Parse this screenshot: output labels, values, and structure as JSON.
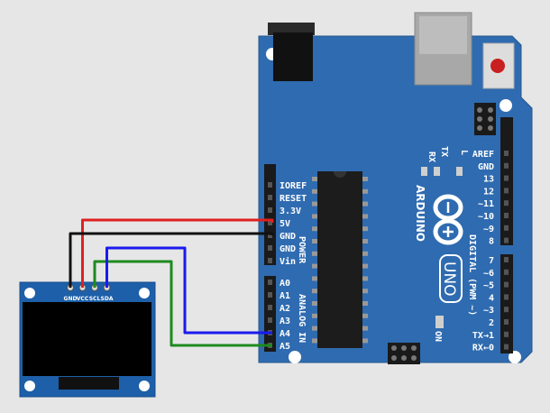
{
  "board": {
    "brand": "ARDUINO",
    "model": "UNO",
    "power_header_title": "POWER",
    "analog_header_title": "ANALOG IN",
    "digital_header_title": "DIGITAL (PWM ~)",
    "power_pins": [
      "IOREF",
      "RESET",
      "3.3V",
      "5V",
      "GND",
      "GND",
      "Vin"
    ],
    "analog_pins": [
      "A0",
      "A1",
      "A2",
      "A3",
      "A4",
      "A5"
    ],
    "digital_upper_pins": [
      "AREF",
      "GND",
      "13",
      "12",
      "~11",
      "~10",
      "~9",
      "8"
    ],
    "digital_lower_pins": [
      "7",
      "~6",
      "~5",
      "4",
      "~3",
      "2",
      "TX→1",
      "RX←0"
    ],
    "led_labels": {
      "tx": "TX",
      "rx": "RX",
      "l": "L",
      "on": "ON"
    },
    "color": "#2f6bb0"
  },
  "oled": {
    "pins": [
      "GND",
      "VCC",
      "SCL",
      "SDA"
    ],
    "color": "#1d5fa8"
  },
  "wires": [
    {
      "from": "VCC",
      "to": "5V",
      "color": "#e02020"
    },
    {
      "from": "GND",
      "to": "GND",
      "color": "#111111"
    },
    {
      "from": "SCL",
      "to": "A5",
      "color": "#1e8a1e"
    },
    {
      "from": "SDA",
      "to": "A4",
      "color": "#1a1aee"
    }
  ]
}
